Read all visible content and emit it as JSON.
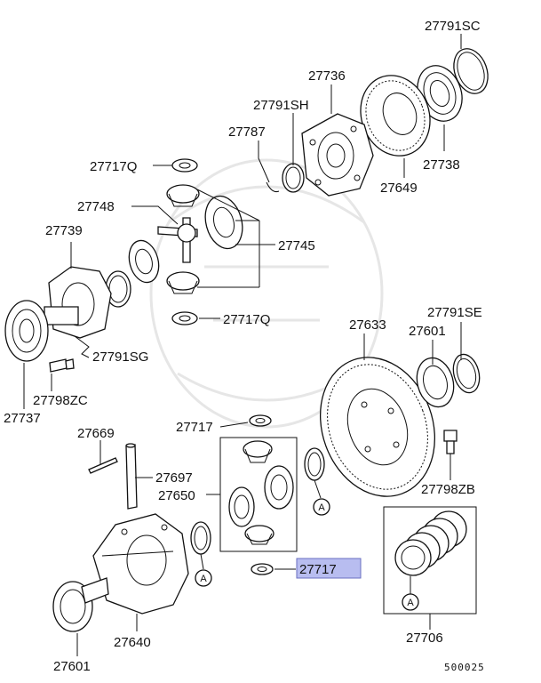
{
  "diagram": {
    "parts": {
      "p27791SC": "27791SC",
      "p27736": "27736",
      "p27791SH": "27791SH",
      "p27787": "27787",
      "p27717Q_top": "27717Q",
      "p27738": "27738",
      "p27649": "27649",
      "p27748": "27748",
      "p27739": "27739",
      "p27745": "27745",
      "p27717Q_mid": "27717Q",
      "p27791SG": "27791SG",
      "p27798ZC": "27798ZC",
      "p27737": "27737",
      "p27633": "27633",
      "p27791SE": "27791SE",
      "p27601_right": "27601",
      "p27717_top": "27717",
      "p27669": "27669",
      "p27697": "27697",
      "p27650": "27650",
      "p27798ZB": "27798ZB",
      "p27717_hl": "27717",
      "p27640": "27640",
      "p27601_left": "27601",
      "p27706": "27706"
    },
    "markers": {
      "a1": "A",
      "a2": "A",
      "a3": "A"
    },
    "figure_code": "500025",
    "colors": {
      "highlight": "#b8bdf0",
      "line": "#111111"
    }
  }
}
